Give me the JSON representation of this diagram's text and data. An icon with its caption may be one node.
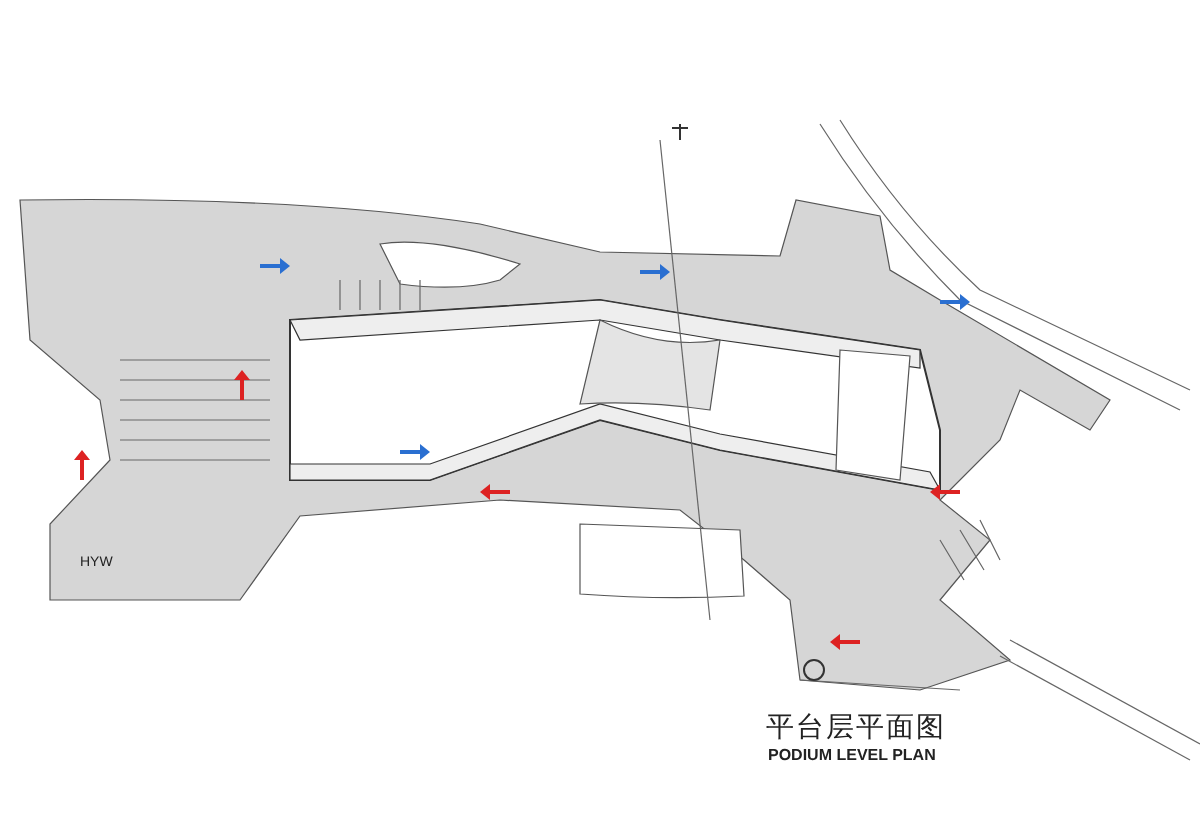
{
  "diagram": {
    "title": "平台层平面图",
    "labels": [
      "PODIUM LEVEL PLAN",
      "HYW"
    ]
  }
}
